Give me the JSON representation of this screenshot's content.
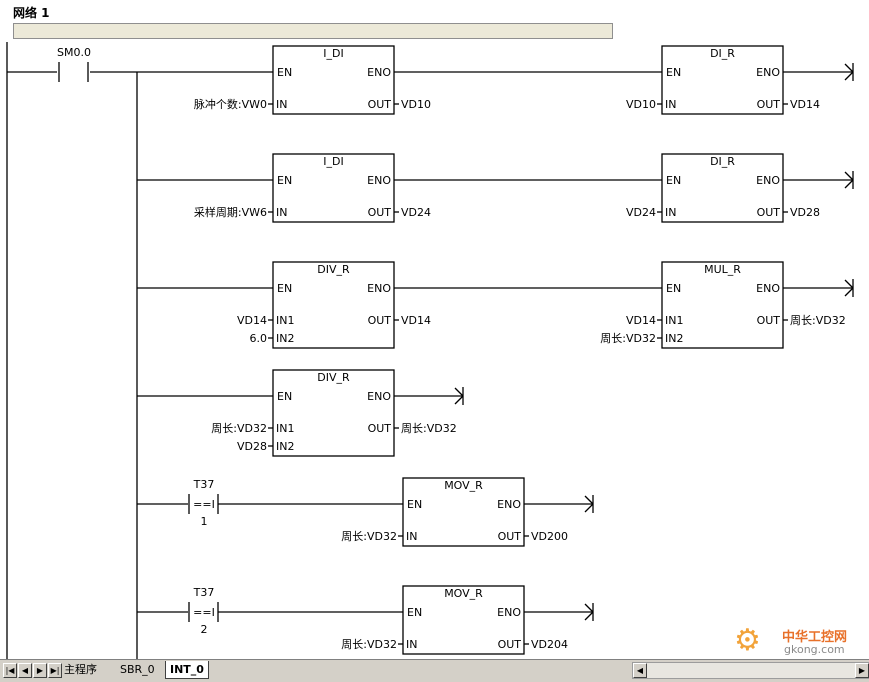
{
  "network": {
    "title": "网络 1"
  },
  "contacts": [
    {
      "operand": "SM0.0"
    },
    {
      "operand": "T37",
      "compare": "==I",
      "value": "1"
    },
    {
      "operand": "T37",
      "compare": "==I",
      "value": "2"
    }
  ],
  "boxes": [
    {
      "title": "I_DI",
      "en": "EN",
      "eno": "ENO",
      "ins": [
        {
          "pin": "IN",
          "operand": "脉冲个数:VW0"
        }
      ],
      "outs": [
        {
          "pin": "OUT",
          "operand": "VD10"
        }
      ]
    },
    {
      "title": "DI_R",
      "en": "EN",
      "eno": "ENO",
      "ins": [
        {
          "pin": "IN",
          "operand": "VD10"
        }
      ],
      "outs": [
        {
          "pin": "OUT",
          "operand": "VD14"
        }
      ]
    },
    {
      "title": "I_DI",
      "en": "EN",
      "eno": "ENO",
      "ins": [
        {
          "pin": "IN",
          "operand": "采样周期:VW6"
        }
      ],
      "outs": [
        {
          "pin": "OUT",
          "operand": "VD24"
        }
      ]
    },
    {
      "title": "DI_R",
      "en": "EN",
      "eno": "ENO",
      "ins": [
        {
          "pin": "IN",
          "operand": "VD24"
        }
      ],
      "outs": [
        {
          "pin": "OUT",
          "operand": "VD28"
        }
      ]
    },
    {
      "title": "DIV_R",
      "en": "EN",
      "eno": "ENO",
      "ins": [
        {
          "pin": "IN1",
          "operand": "VD14"
        },
        {
          "pin": "IN2",
          "operand": "6.0"
        }
      ],
      "outs": [
        {
          "pin": "OUT",
          "operand": "VD14"
        }
      ]
    },
    {
      "title": "MUL_R",
      "en": "EN",
      "eno": "ENO",
      "ins": [
        {
          "pin": "IN1",
          "operand": "VD14"
        },
        {
          "pin": "IN2",
          "operand": "周长:VD32"
        }
      ],
      "outs": [
        {
          "pin": "OUT",
          "operand": "周长:VD32"
        }
      ]
    },
    {
      "title": "DIV_R",
      "en": "EN",
      "eno": "ENO",
      "ins": [
        {
          "pin": "IN1",
          "operand": "周长:VD32"
        },
        {
          "pin": "IN2",
          "operand": "VD28"
        }
      ],
      "outs": [
        {
          "pin": "OUT",
          "operand": "周长:VD32"
        }
      ]
    },
    {
      "title": "MOV_R",
      "en": "EN",
      "eno": "ENO",
      "ins": [
        {
          "pin": "IN",
          "operand": "周长:VD32"
        }
      ],
      "outs": [
        {
          "pin": "OUT",
          "operand": "VD200"
        }
      ]
    },
    {
      "title": "MOV_R",
      "en": "EN",
      "eno": "ENO",
      "ins": [
        {
          "pin": "IN",
          "operand": "周长:VD32"
        }
      ],
      "outs": [
        {
          "pin": "OUT",
          "operand": "VD204"
        }
      ]
    }
  ],
  "tabs": [
    {
      "label": "主程序",
      "active": false
    },
    {
      "label": "SBR_0",
      "active": false
    },
    {
      "label": "INT_0",
      "active": true
    }
  ],
  "watermark": {
    "name": "中华工控网",
    "url": "gkong.com"
  },
  "colors": {
    "constant": "#7a6a00",
    "rail": "#000000",
    "tab_bar": "#d4d0c8",
    "comment_bar": "#ece9d8"
  }
}
